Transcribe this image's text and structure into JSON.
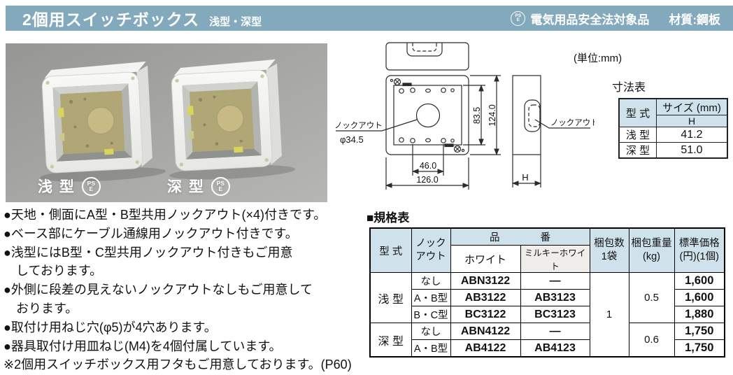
{
  "colors": {
    "header_bg": "#83a9bd",
    "table_header_bg": "#cfe1ea",
    "milky_header_bg": "#efeeea"
  },
  "pse_mark": {
    "top": "PS",
    "bottom": "E"
  },
  "header": {
    "title": "2個用スイッチボックス",
    "subtitle": "浅型・深型",
    "safety_label": "電気用品安全法対象品",
    "material_label": "材質:鋼板"
  },
  "photo": {
    "shallow_label": "浅 型",
    "deep_label": "深 型"
  },
  "diagram": {
    "unit": "(単位:mm)",
    "front_knockout": "ノックアウト",
    "front_knockout_dia": "φ34.5",
    "dim_inner_height": "83.5",
    "dim_outer_height": "124.0",
    "dim_inner_width": "46.0",
    "dim_outer_width": "126.0",
    "side_knockout": "ノックアウト",
    "side_depth": "H"
  },
  "dim_table": {
    "title": "寸法表",
    "header_model": "型 式",
    "header_size": "サイズ (mm)",
    "header_sub": "H",
    "rows": [
      {
        "model": "浅 型",
        "value": "41.2"
      },
      {
        "model": "深 型",
        "value": "51.0"
      }
    ]
  },
  "bullets": [
    "●天地・側面にA型・B型共用ノックアウト(×4)付きです。",
    "●ベース部にケーブル通線用ノックアウト付きです。",
    "●浅型にはB型・C型共用ノックアウト付きもご用意\n　しております。",
    "●外側に段差の見えないノックアウトなしもご用意して\n　おります。",
    "●取付け用ねじ穴(φ5)が4穴あります。",
    "●器具取付け用皿ねじ(M4)を4個付属しています。",
    "※2個用スイッチボックス用フタもご用意しております。(P60)"
  ],
  "spec_table": {
    "title": "■規格表",
    "header_model": "型 式",
    "header_knockout": "ノック\nアウト",
    "header_part_number": "品　　　　番",
    "header_white": "ホワイト",
    "header_milky": "ミルキーホワイト",
    "header_qty": "梱包数\n1袋",
    "header_weight": "梱包重量\n(kg)",
    "header_price": "標準価格\n(円)(1個)",
    "qty_value": "1",
    "groups": [
      {
        "model": "浅 型",
        "weight": "0.5",
        "rows": [
          {
            "knockout": "なし",
            "white": "ABN3122",
            "milky": "—",
            "price": "1,600"
          },
          {
            "knockout": "A・B型",
            "white": "AB3122",
            "milky": "AB3123",
            "price": "1,600"
          },
          {
            "knockout": "B・C型",
            "white": "BC3122",
            "milky": "BC3123",
            "price": "1,880"
          }
        ]
      },
      {
        "model": "深 型",
        "weight": "0.6",
        "rows": [
          {
            "knockout": "なし",
            "white": "ABN4122",
            "milky": "—",
            "price": "1,750"
          },
          {
            "knockout": "A・B型",
            "white": "AB4122",
            "milky": "AB4123",
            "price": "1,750"
          }
        ]
      }
    ]
  }
}
